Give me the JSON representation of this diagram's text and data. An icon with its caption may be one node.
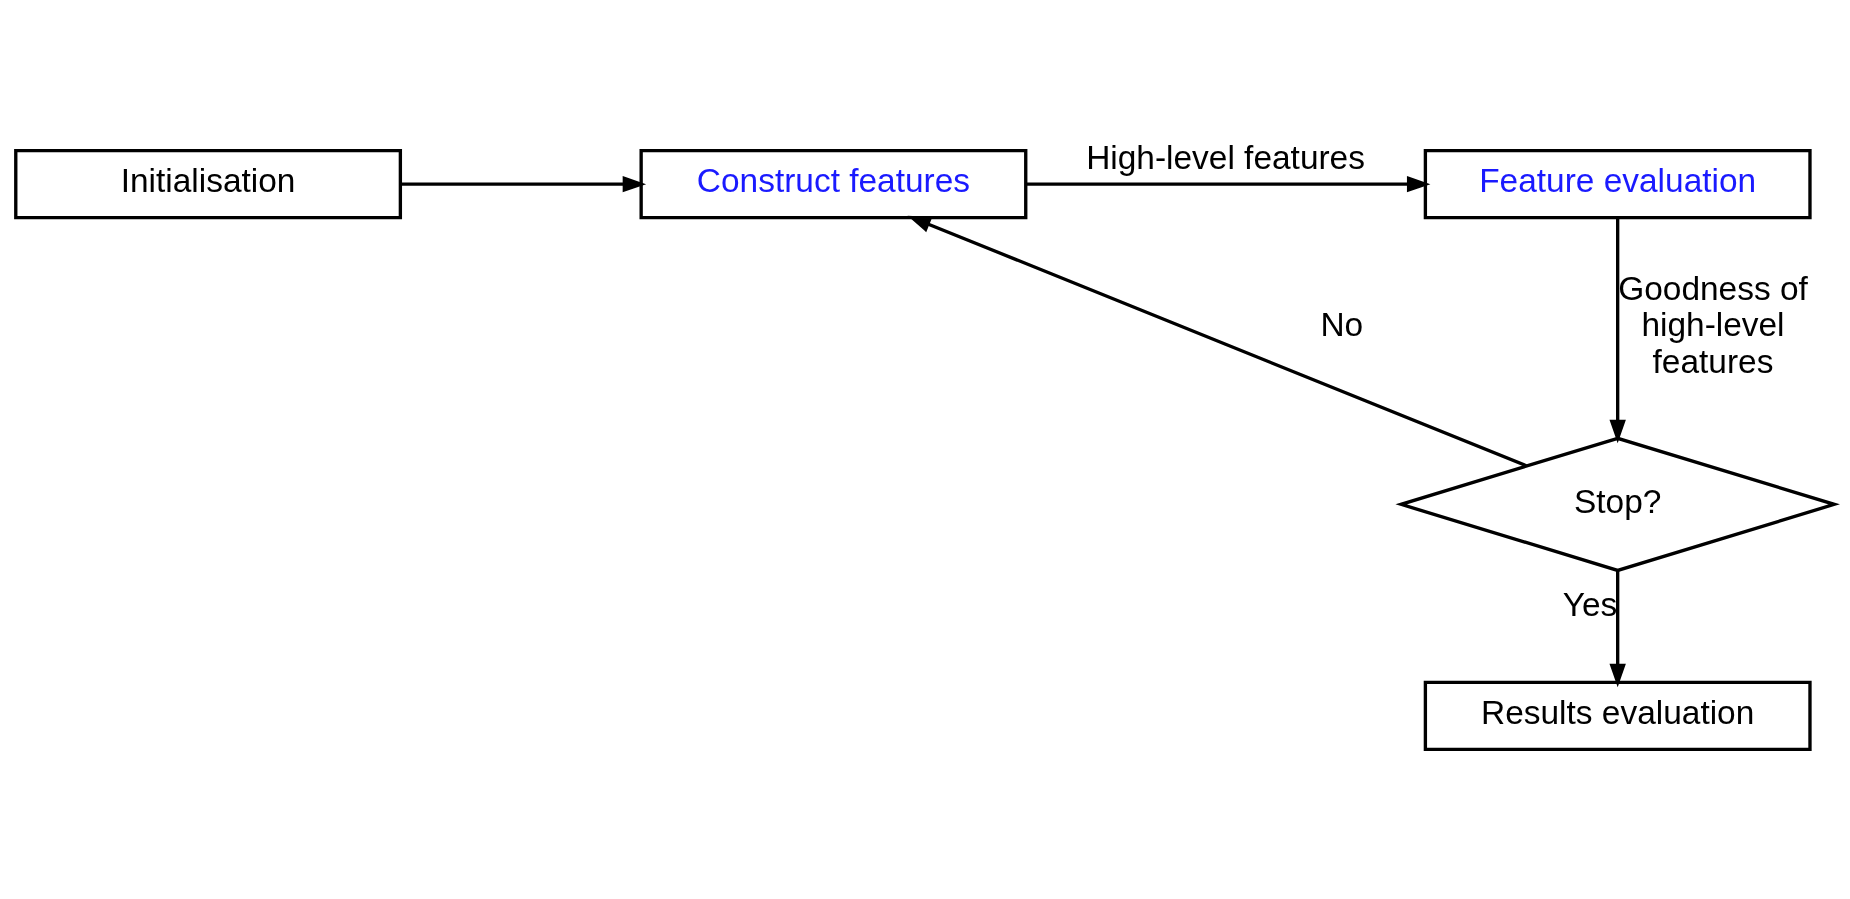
{
  "diagram": {
    "nodes": [
      {
        "text": [
          "Initialisation"
        ]
      },
      {
        "text": [
          "Construct features"
        ]
      },
      {
        "text": [
          "Feature evaluation"
        ]
      },
      {
        "text": [
          "Stop?"
        ]
      },
      {
        "text": [
          "Results evaluation"
        ]
      }
    ],
    "edges": [
      {
        "from": 0,
        "to": 1,
        "arrow": "to"
      },
      {
        "from": 1,
        "to": 2,
        "arrow": "to",
        "label": "High-level features"
      },
      {
        "from": 2,
        "to": 3,
        "arrow": "to",
        "label": "Goodness of high-level features"
      },
      {
        "from": 3,
        "to": 1,
        "arrow": "to",
        "label": "No"
      },
      {
        "from": 3,
        "to": 4,
        "arrow": "to",
        "label": "Yes"
      }
    ]
  }
}
